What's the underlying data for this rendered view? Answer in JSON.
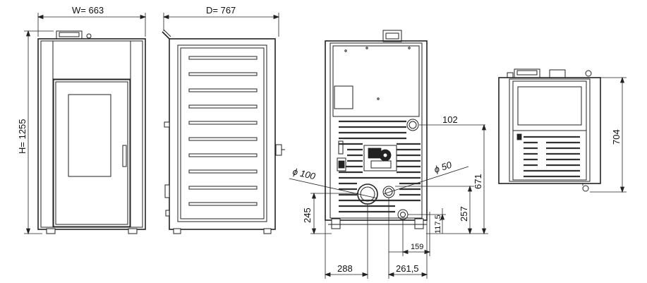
{
  "dimensions": {
    "width_label": "W= 663",
    "depth_label": "D= 767",
    "height_label": "H= 1255",
    "flue_height": "102",
    "pipe_100": "ϕ 100",
    "pipe_50": "ϕ 50",
    "inlet_height_671": "671",
    "outlet_height_245": "245",
    "socket_height_257": "257",
    "socket_height_117_5": "117,5",
    "socket_offset_159": "159",
    "pipe_offset_288": "288",
    "pipe_offset_261_5": "261,5",
    "unit_height_704": "704"
  }
}
